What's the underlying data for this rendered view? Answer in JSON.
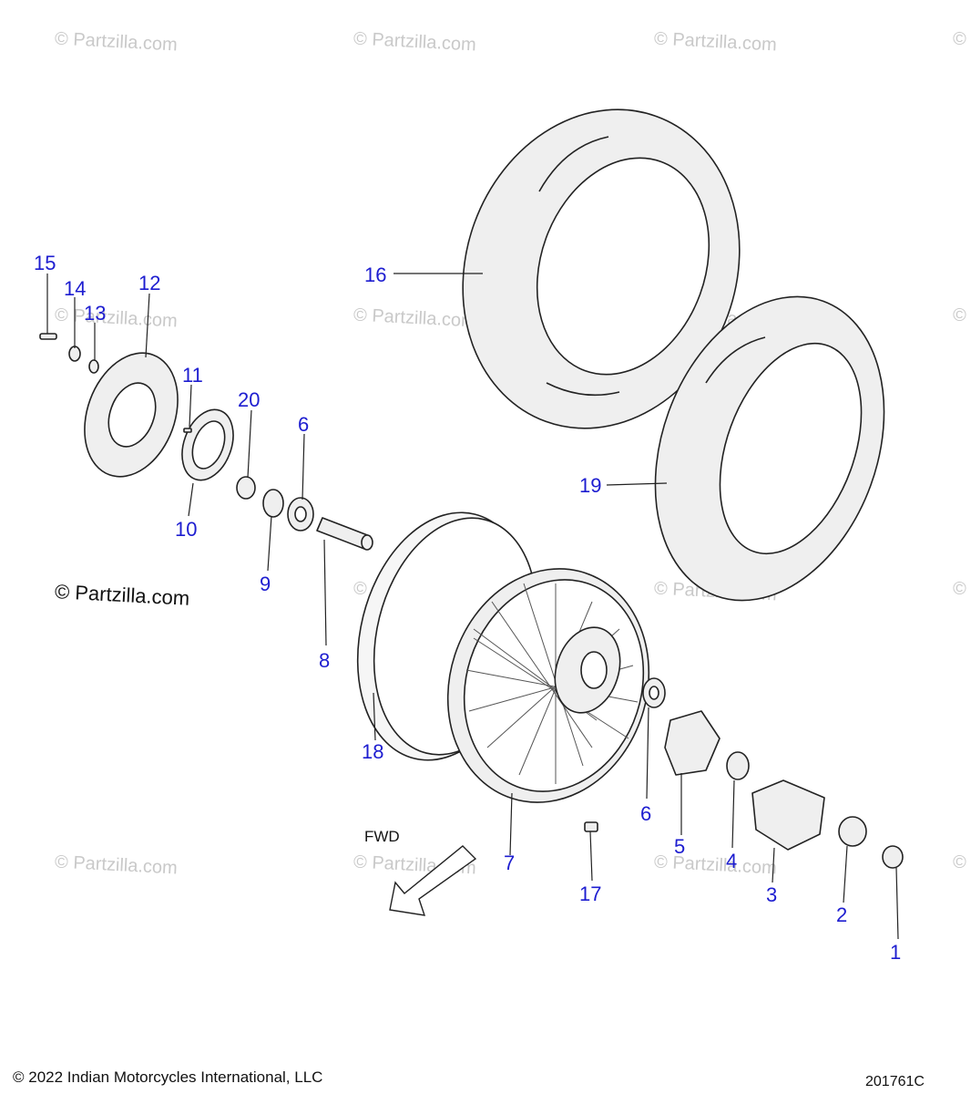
{
  "watermark_text": "© Partzilla.com",
  "brand_text": "© Partzilla.com",
  "copyright": "© 2022 Indian Motorcycles International, LLC",
  "drawing_number": "201761C",
  "fwd_label": "FWD",
  "callouts": [
    "1",
    "2",
    "3",
    "4",
    "5",
    "6",
    "6",
    "7",
    "8",
    "9",
    "10",
    "11",
    "12",
    "13",
    "14",
    "15",
    "16",
    "17",
    "18",
    "19",
    "20"
  ],
  "colors": {
    "callout": "#1d1dd0",
    "line": "#222222",
    "watermark": "#c9c9c9",
    "part_fill": "#efefef"
  }
}
